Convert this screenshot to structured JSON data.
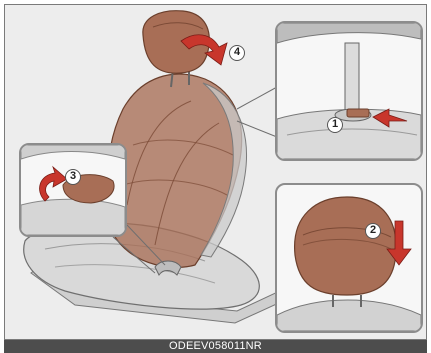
{
  "figure": {
    "caption": "ODEEV058011NR",
    "steps": [
      {
        "label": "1",
        "action": "press-release-button"
      },
      {
        "label": "2",
        "action": "push-down-headrest"
      },
      {
        "label": "3",
        "action": "rotate-recline-lever"
      },
      {
        "label": "4",
        "action": "pull-up-headrest"
      }
    ]
  },
  "colors": {
    "background": "#ededed",
    "seat_leather": "#a86e56",
    "seat_leather_dark": "#7b4a36",
    "arrow_red": "#c8362c",
    "outline": "#555555",
    "caption_bar": "#4d4d4d"
  }
}
